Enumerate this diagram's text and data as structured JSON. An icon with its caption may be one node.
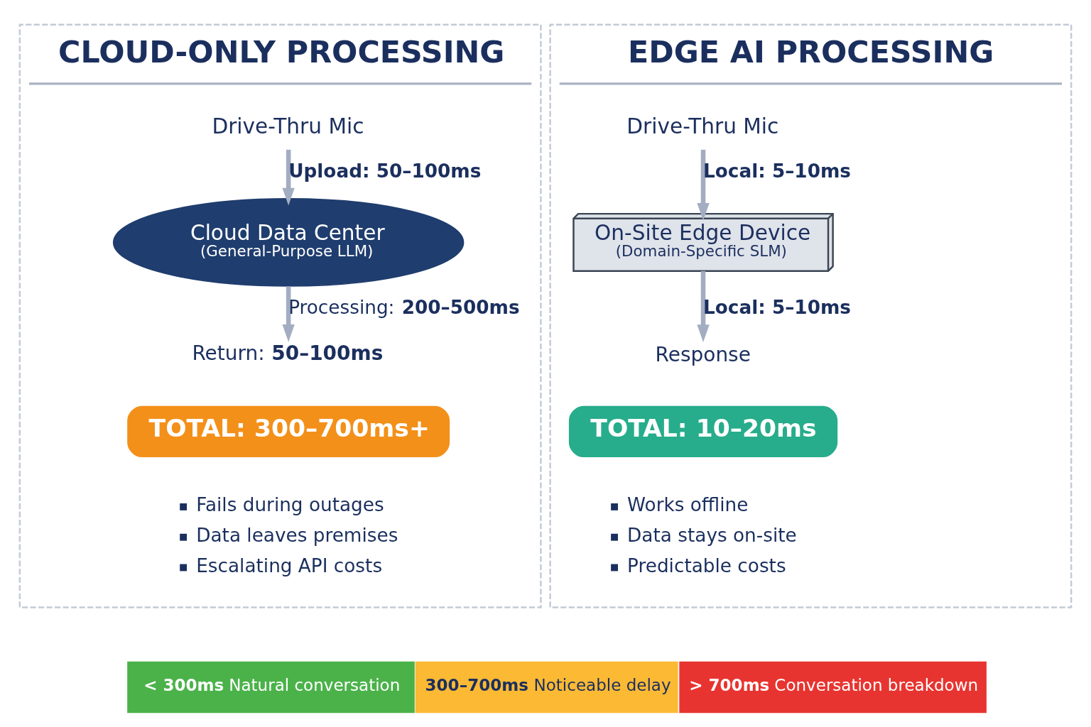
{
  "diagram": {
    "nodes": [
      {
        "text": [
          "CLOUD-ONLY PROCESSING"
        ]
      },
      {
        "text": [
          "Drive-Thru Mic"
        ],
        "in": 0
      },
      {
        "text": [
          "Cloud Data Center",
          "(General-Purpose LLM)"
        ],
        "in": 0
      },
      {
        "text": [
          "Return: **50–100ms**"
        ],
        "in": 0
      },
      {
        "text": [
          "TOTAL: 300–700ms+"
        ],
        "in": 0
      },
      {
        "text": [
          "EDGE AI PROCESSING"
        ]
      },
      {
        "text": [
          "Drive-Thru Mic"
        ],
        "in": 5
      },
      {
        "text": [
          "On-Site Edge Device",
          "(Domain-Specific SLM)"
        ],
        "in": 5
      },
      {
        "text": [
          "Response"
        ],
        "in": 5
      },
      {
        "text": [
          "TOTAL: 10–20ms"
        ],
        "in": 5
      },
      {
        "text": [
          "**< 300ms** Natural conversation"
        ]
      },
      {
        "text": [
          "**300–700ms** Noticeable delay"
        ]
      },
      {
        "text": [
          "**> 700ms** Conversation breakdown"
        ]
      }
    ],
    "edges": [
      {
        "from": 1,
        "to": 2,
        "arrow": "to",
        "label": "Upload: 50–100ms"
      },
      {
        "from": 2,
        "to": 3,
        "arrow": "to",
        "label": "Processing: **200–500ms**"
      },
      {
        "from": 6,
        "to": 7,
        "arrow": "to",
        "label": "Local: 5–10ms"
      },
      {
        "from": 7,
        "to": 8,
        "arrow": "to",
        "label": "Local: 5–10ms"
      }
    ],
    "labels": [
      "Fails during outages",
      "Data leaves premises",
      "Escalating API costs",
      "Works offline",
      "Data stays on-site",
      "Predictable costs"
    ]
  }
}
